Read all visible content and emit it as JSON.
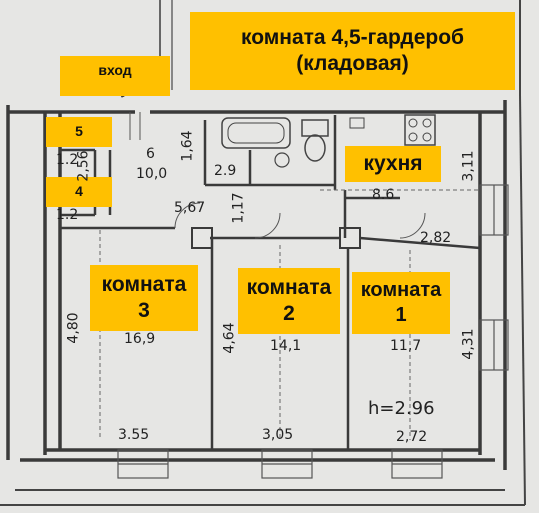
{
  "labels": {
    "wardrobe_line1": "комната 4,5-гардероб",
    "wardrobe_line2": "(кладовая)",
    "entrance": "вход",
    "kitchen": "кухня",
    "room_word": "комната",
    "room3_num": "3",
    "room2_num": "2",
    "room1_num": "1",
    "mark5": "5",
    "mark4": "4"
  },
  "dimensions": {
    "d_2_56": "2,56",
    "d_1_64": "1,64",
    "d_6": "6",
    "d_10_0": "10,0",
    "d_1_2_top": "1.2",
    "d_1_2_bottom": "1.2",
    "d_2_9": "2.9",
    "d_5_67": "5,67",
    "d_1_17": "1,17",
    "d_3_11": "3,11",
    "d_8_6": "8.6",
    "d_2_82": "2,82",
    "d_4_80": "4,80",
    "d_16_9": "16,9",
    "d_4_64": "4,64",
    "d_14_1": "14,1",
    "d_11_7": "11,7",
    "d_4_31": "4,31",
    "d_h": "h=2.96",
    "d_3_55": "3.55",
    "d_3_05": "3,05",
    "d_2_72": "2,72"
  },
  "colors": {
    "label_bg": "#ffc000",
    "wall": "#3a3a3a",
    "paper": "#e8e8e6"
  }
}
